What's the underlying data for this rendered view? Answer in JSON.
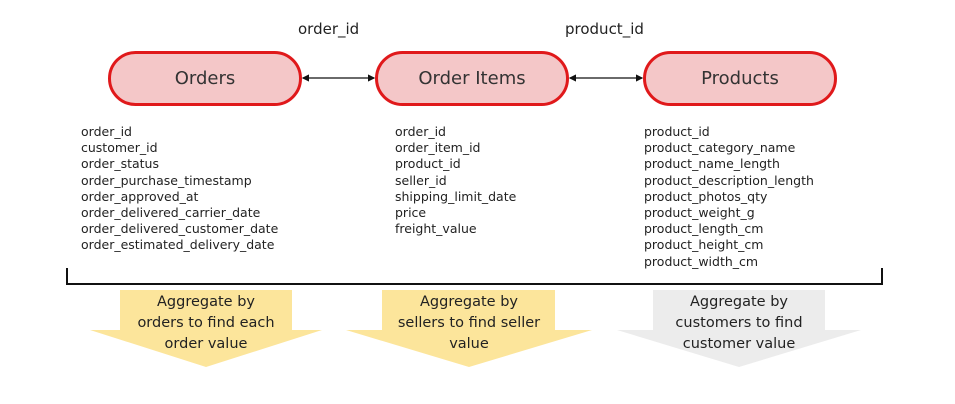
{
  "join_keys": {
    "orders_to_items": "order_id",
    "items_to_products": "product_id"
  },
  "entities": [
    {
      "name": "Orders",
      "fields": [
        "order_id",
        "customer_id",
        "order_status",
        "order_purchase_timestamp",
        "order_approved_at",
        "order_delivered_carrier_date",
        "order_delivered_customer_date",
        "order_estimated_delivery_date"
      ]
    },
    {
      "name": "Order Items",
      "fields": [
        "order_id",
        "order_item_id",
        "product_id",
        "seller_id",
        "shipping_limit_date",
        "price",
        "freight_value"
      ]
    },
    {
      "name": "Products",
      "fields": [
        "product_id",
        "product_category_name",
        "product_name_length",
        "product_description_length",
        "product_photos_qty",
        "product_weight_g",
        "product_length_cm",
        "product_height_cm",
        "product_width_cm"
      ]
    }
  ],
  "aggregations": [
    {
      "lines": [
        "Aggregate by",
        "orders to find each",
        "order value"
      ],
      "color": "#fce59b"
    },
    {
      "lines": [
        "Aggregate by",
        "sellers to find seller",
        "value"
      ],
      "color": "#fce59b"
    },
    {
      "lines": [
        "Aggregate by",
        "customers to find",
        "customer value"
      ],
      "color": "#ececec"
    }
  ],
  "colors": {
    "entity_border": "#e0191b",
    "entity_fill": "#f4c7c8",
    "connector": "#111111",
    "bracket": "#111111"
  }
}
